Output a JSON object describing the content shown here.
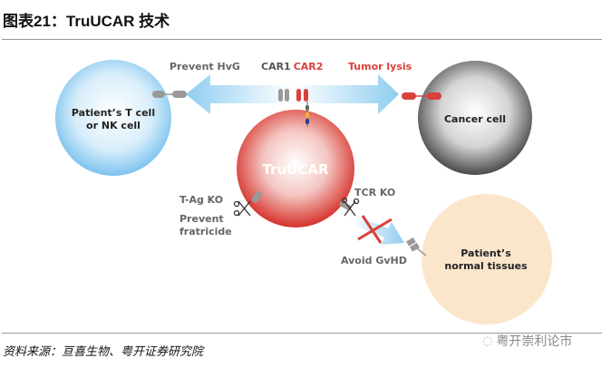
{
  "header": {
    "title": "图表21：TruUCAR 技术"
  },
  "diagram": {
    "left_cell": {
      "line1": "Patient’s T cell",
      "line2": "or NK cell"
    },
    "cancer_cell": "Cancer cell",
    "center_cell": "TruUCAR",
    "normal_tissue": {
      "line1": "Patient’s",
      "line2": "normal tissues"
    },
    "labels": {
      "prevent_hvg": "Prevent HvG",
      "car1": "CAR1",
      "car2": "CAR2",
      "tumor_lysis": "Tumor lysis",
      "tag_ko": "T-Ag KO",
      "prevent_line1": "Prevent",
      "prevent_line2": "fratricide",
      "tcr_ko": "TCR KO",
      "avoid_gvhd": "Avoid GvHD"
    },
    "colors": {
      "red": "#d9423a",
      "blue": "#8fcdf0",
      "gray": "#707070",
      "peach": "#fbe6cc"
    }
  },
  "footer": {
    "source": "资料来源：亘喜生物、粤开证券研究院",
    "watermark": "粤开崇利论市"
  }
}
